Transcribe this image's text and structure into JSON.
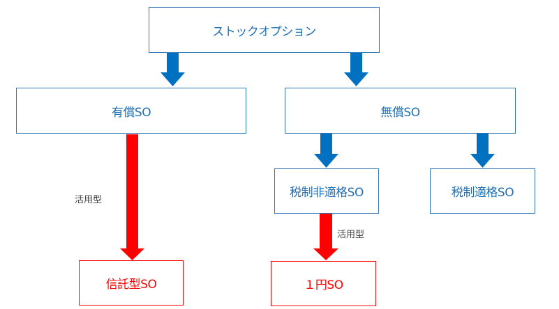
{
  "nodes": {
    "root": "ストックオプション",
    "paid": "有償SO",
    "free": "無償SO",
    "non_qualified": "税制非適格SO",
    "qualified": "税制適格SO",
    "trust": "信託型SO",
    "one_yen": "１円SO"
  },
  "edge_labels": {
    "paid_to_trust": "活用型",
    "non_qualified_to_one_yen": "活用型"
  },
  "colors": {
    "primary": "#0070c0",
    "highlight": "#ff0000"
  }
}
